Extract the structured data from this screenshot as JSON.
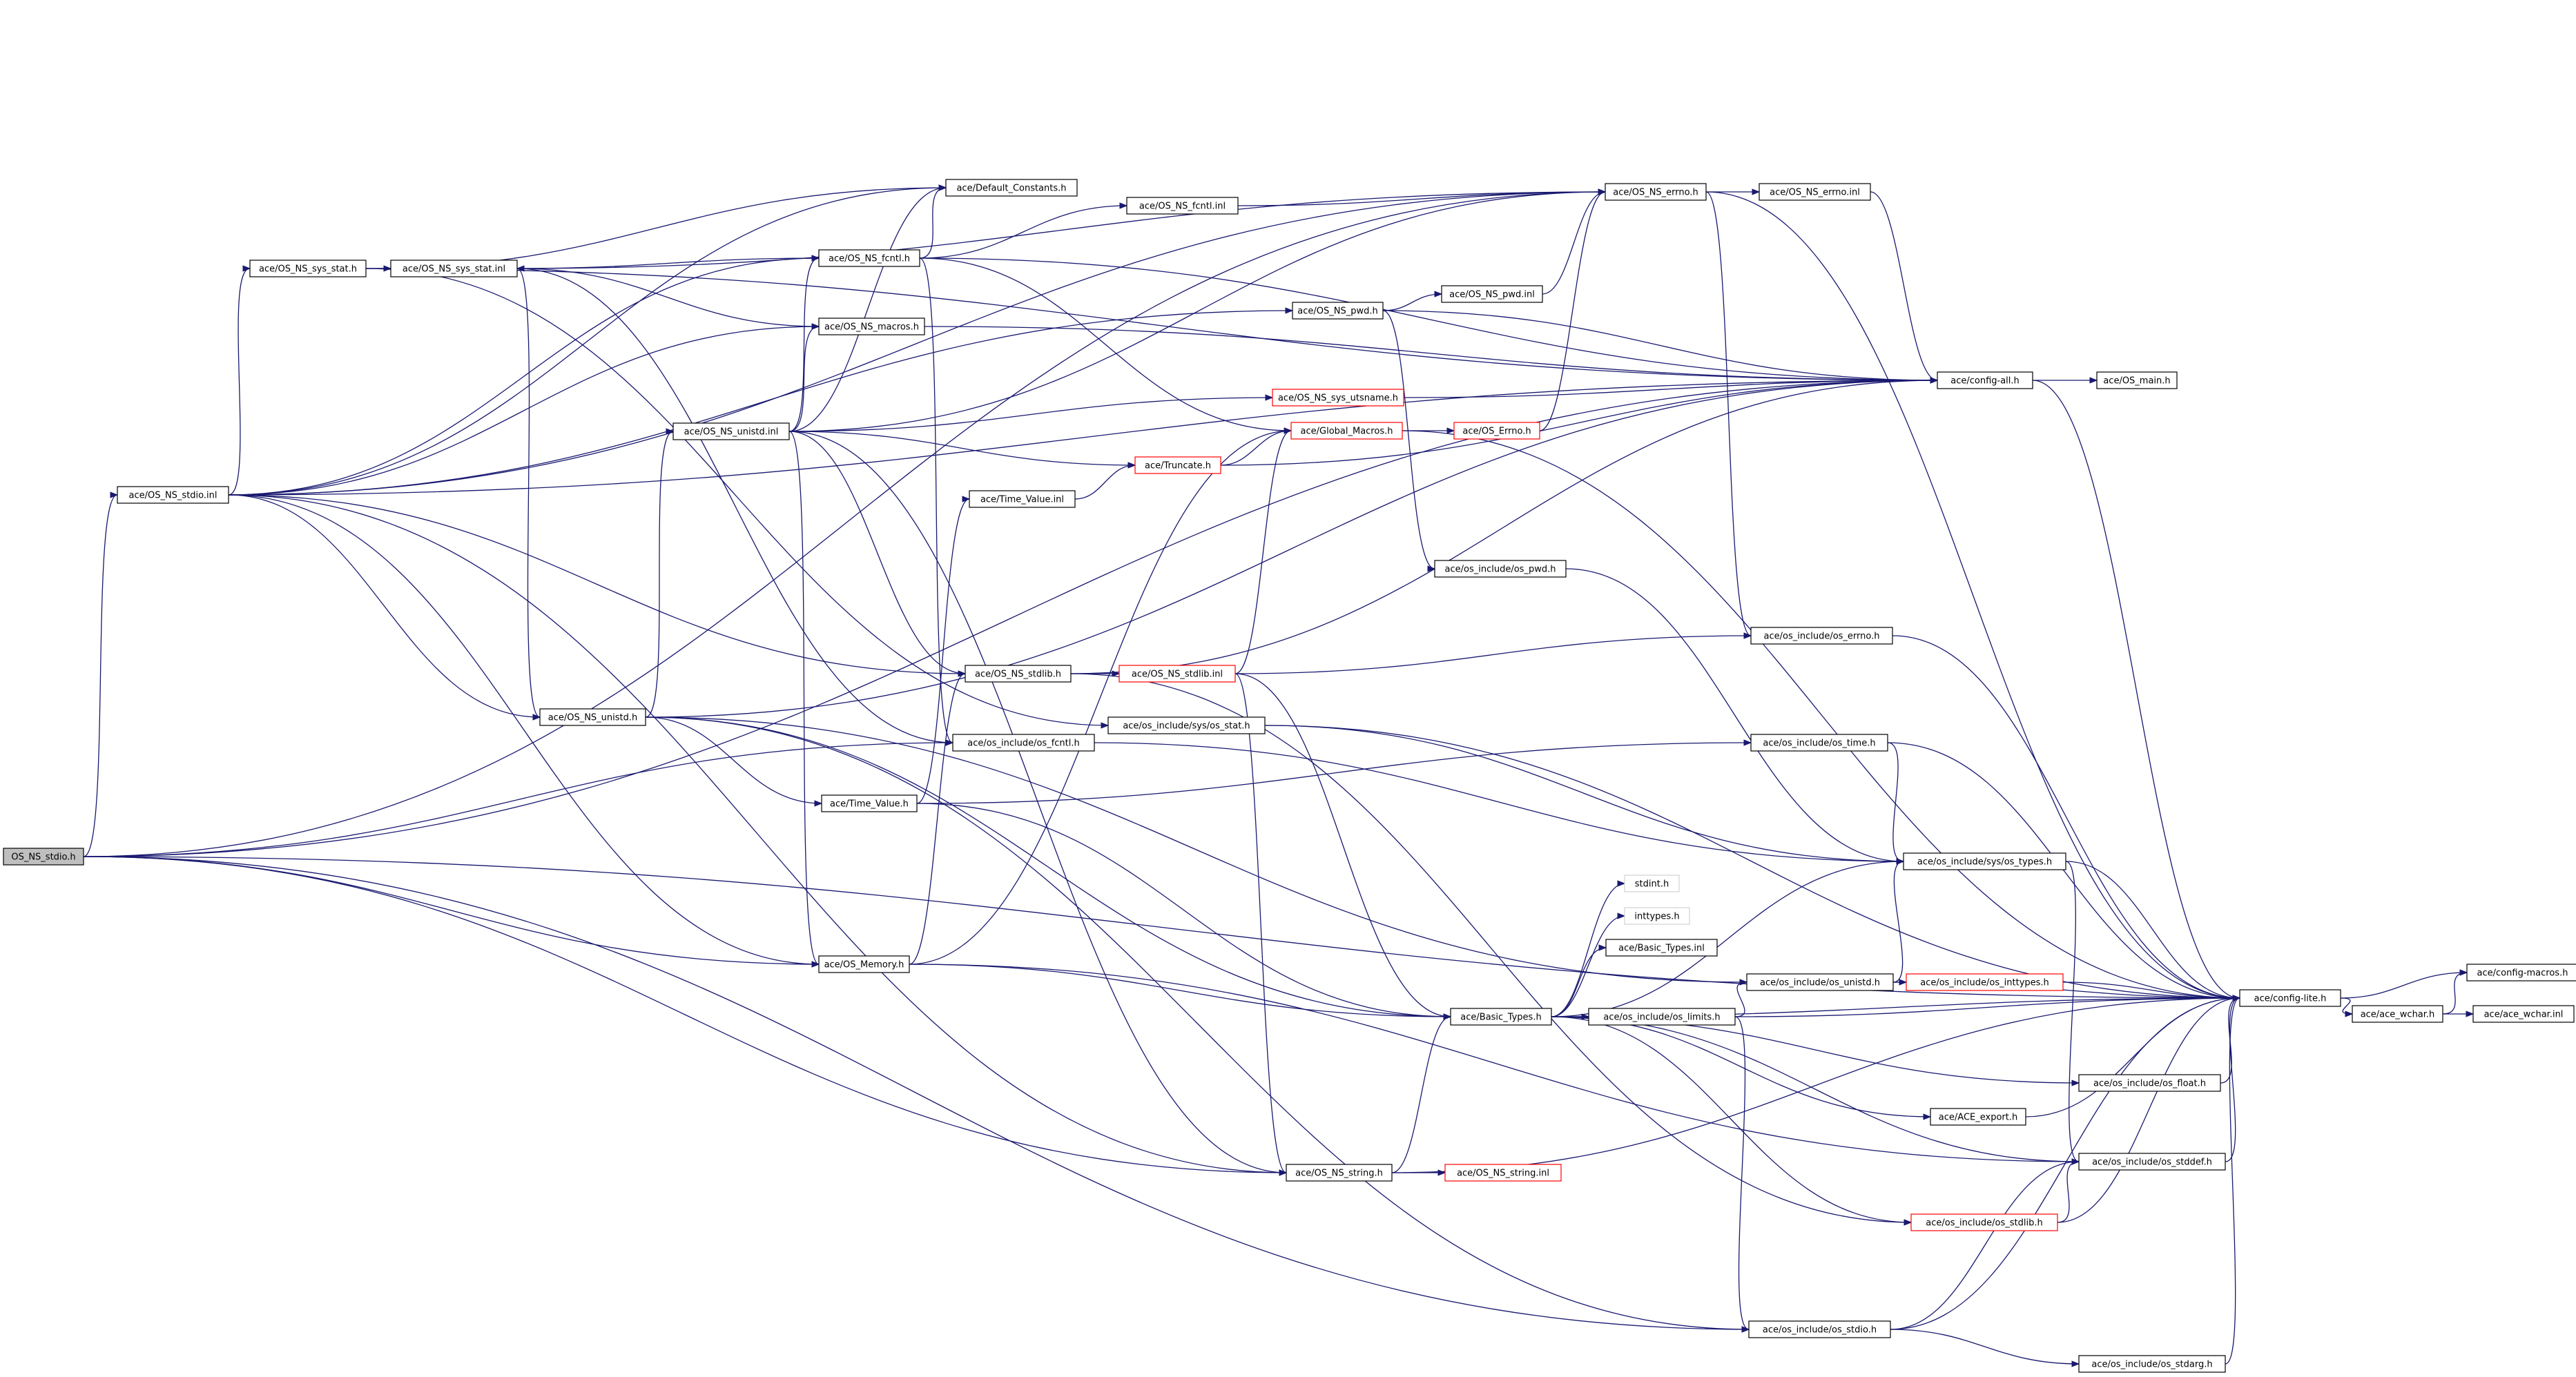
{
  "graph": {
    "colors": {
      "edge": "#191970",
      "node_border": "#000000",
      "node_border_incomplete": "#ff0000",
      "root_fill": "#bfbfbf",
      "node_fill": "#ffffff",
      "plain_border": "#d3d3d3"
    },
    "nodes": [
      {
        "id": "root",
        "label": "OS_NS_stdio.h",
        "kind": "root"
      },
      {
        "id": "stdio_inl",
        "label": "ace/OS_NS_stdio.inl",
        "kind": "normal"
      },
      {
        "id": "sys_stat_h",
        "label": "ace/OS_NS_sys_stat.h",
        "kind": "normal"
      },
      {
        "id": "sys_stat_inl",
        "label": "ace/OS_NS_sys_stat.inl",
        "kind": "normal"
      },
      {
        "id": "default_constants",
        "label": "ace/Default_Constants.h",
        "kind": "normal"
      },
      {
        "id": "fcntl_h",
        "label": "ace/OS_NS_fcntl.h",
        "kind": "normal"
      },
      {
        "id": "fcntl_inl",
        "label": "ace/OS_NS_fcntl.inl",
        "kind": "normal"
      },
      {
        "id": "errno_h",
        "label": "ace/OS_NS_errno.h",
        "kind": "normal"
      },
      {
        "id": "errno_inl",
        "label": "ace/OS_NS_errno.inl",
        "kind": "normal"
      },
      {
        "id": "pwd_h",
        "label": "ace/OS_NS_pwd.h",
        "kind": "normal"
      },
      {
        "id": "pwd_inl",
        "label": "ace/OS_NS_pwd.inl",
        "kind": "normal"
      },
      {
        "id": "macros_h",
        "label": "ace/OS_NS_macros.h",
        "kind": "normal"
      },
      {
        "id": "config_all",
        "label": "ace/config-all.h",
        "kind": "normal"
      },
      {
        "id": "os_main",
        "label": "ace/OS_main.h",
        "kind": "normal"
      },
      {
        "id": "utsname",
        "label": "ace/OS_NS_sys_utsname.h",
        "kind": "incomplete"
      },
      {
        "id": "unistd_inl",
        "label": "ace/OS_NS_unistd.inl",
        "kind": "normal"
      },
      {
        "id": "global_macros",
        "label": "ace/Global_Macros.h",
        "kind": "incomplete"
      },
      {
        "id": "os_errno",
        "label": "ace/OS_Errno.h",
        "kind": "incomplete"
      },
      {
        "id": "truncate",
        "label": "ace/Truncate.h",
        "kind": "incomplete"
      },
      {
        "id": "time_value_inl",
        "label": "ace/Time_Value.inl",
        "kind": "normal"
      },
      {
        "id": "os_pwd",
        "label": "ace/os_include/os_pwd.h",
        "kind": "normal"
      },
      {
        "id": "os_errno_inc",
        "label": "ace/os_include/os_errno.h",
        "kind": "normal"
      },
      {
        "id": "stdlib_h",
        "label": "ace/OS_NS_stdlib.h",
        "kind": "normal"
      },
      {
        "id": "stdlib_inl",
        "label": "ace/OS_NS_stdlib.inl",
        "kind": "incomplete"
      },
      {
        "id": "unistd_h",
        "label": "ace/OS_NS_unistd.h",
        "kind": "normal"
      },
      {
        "id": "sys_os_stat",
        "label": "ace/os_include/sys/os_stat.h",
        "kind": "normal"
      },
      {
        "id": "os_fcntl",
        "label": "ace/os_include/os_fcntl.h",
        "kind": "normal"
      },
      {
        "id": "os_time",
        "label": "ace/os_include/os_time.h",
        "kind": "normal"
      },
      {
        "id": "time_value_h",
        "label": "ace/Time_Value.h",
        "kind": "normal"
      },
      {
        "id": "sys_os_types",
        "label": "ace/os_include/sys/os_types.h",
        "kind": "normal"
      },
      {
        "id": "stdint",
        "label": "stdint.h",
        "kind": "plain"
      },
      {
        "id": "inttypes",
        "label": "inttypes.h",
        "kind": "plain"
      },
      {
        "id": "basic_types_inl",
        "label": "ace/Basic_Types.inl",
        "kind": "normal"
      },
      {
        "id": "os_memory",
        "label": "ace/OS_Memory.h",
        "kind": "normal"
      },
      {
        "id": "basic_types_h",
        "label": "ace/Basic_Types.h",
        "kind": "normal"
      },
      {
        "id": "os_limits",
        "label": "ace/os_include/os_limits.h",
        "kind": "normal"
      },
      {
        "id": "os_unistd",
        "label": "ace/os_include/os_unistd.h",
        "kind": "normal"
      },
      {
        "id": "os_inttypes",
        "label": "ace/os_include/os_inttypes.h",
        "kind": "incomplete"
      },
      {
        "id": "config_lite",
        "label": "ace/config-lite.h",
        "kind": "normal"
      },
      {
        "id": "config_macros",
        "label": "ace/config-macros.h",
        "kind": "normal"
      },
      {
        "id": "ace_wchar_h",
        "label": "ace/ace_wchar.h",
        "kind": "normal"
      },
      {
        "id": "ace_wchar_inl",
        "label": "ace/ace_wchar.inl",
        "kind": "normal"
      },
      {
        "id": "os_float",
        "label": "ace/os_include/os_float.h",
        "kind": "normal"
      },
      {
        "id": "ace_export",
        "label": "ace/ACE_export.h",
        "kind": "normal"
      },
      {
        "id": "string_h",
        "label": "ace/OS_NS_string.h",
        "kind": "normal"
      },
      {
        "id": "string_inl",
        "label": "ace/OS_NS_string.inl",
        "kind": "incomplete"
      },
      {
        "id": "os_stddef",
        "label": "ace/os_include/os_stddef.h",
        "kind": "normal"
      },
      {
        "id": "os_stdlib",
        "label": "ace/os_include/os_stdlib.h",
        "kind": "incomplete"
      },
      {
        "id": "os_stdio",
        "label": "ace/os_include/os_stdio.h",
        "kind": "normal"
      },
      {
        "id": "os_stdarg",
        "label": "ace/os_include/os_stdarg.h",
        "kind": "normal"
      }
    ],
    "edges": [
      [
        "root",
        "stdio_inl"
      ],
      [
        "root",
        "config_all"
      ],
      [
        "root",
        "os_stdio"
      ],
      [
        "root",
        "os_fcntl"
      ],
      [
        "root",
        "os_memory"
      ],
      [
        "root",
        "string_h"
      ],
      [
        "root",
        "config_lite"
      ],
      [
        "root",
        "errno_h"
      ],
      [
        "stdio_inl",
        "sys_stat_h"
      ],
      [
        "stdio_inl",
        "fcntl_h"
      ],
      [
        "stdio_inl",
        "errno_h"
      ],
      [
        "stdio_inl",
        "pwd_h"
      ],
      [
        "stdio_inl",
        "macros_h"
      ],
      [
        "stdio_inl",
        "config_all"
      ],
      [
        "stdio_inl",
        "unistd_h"
      ],
      [
        "stdio_inl",
        "stdlib_h"
      ],
      [
        "stdio_inl",
        "os_memory"
      ],
      [
        "stdio_inl",
        "string_h"
      ],
      [
        "stdio_inl",
        "default_constants"
      ],
      [
        "sys_stat_h",
        "sys_stat_inl"
      ],
      [
        "sys_stat_h",
        "default_constants"
      ],
      [
        "sys_stat_h",
        "sys_os_stat"
      ],
      [
        "sys_stat_h",
        "config_all"
      ],
      [
        "sys_stat_inl",
        "fcntl_h"
      ],
      [
        "sys_stat_inl",
        "unistd_h"
      ],
      [
        "sys_stat_inl",
        "macros_h"
      ],
      [
        "sys_stat_inl",
        "errno_h"
      ],
      [
        "fcntl_h",
        "fcntl_inl"
      ],
      [
        "fcntl_h",
        "default_constants"
      ],
      [
        "fcntl_h",
        "config_all"
      ],
      [
        "fcntl_h",
        "global_macros"
      ],
      [
        "fcntl_h",
        "os_fcntl"
      ],
      [
        "fcntl_inl",
        "errno_h"
      ],
      [
        "errno_h",
        "errno_inl"
      ],
      [
        "errno_h",
        "os_errno_inc"
      ],
      [
        "errno_h",
        "config_lite"
      ],
      [
        "errno_inl",
        "config_all"
      ],
      [
        "pwd_h",
        "pwd_inl"
      ],
      [
        "pwd_h",
        "config_all"
      ],
      [
        "pwd_h",
        "os_pwd"
      ],
      [
        "pwd_inl",
        "errno_h"
      ],
      [
        "macros_h",
        "config_all"
      ],
      [
        "config_all",
        "os_main"
      ],
      [
        "config_all",
        "config_lite"
      ],
      [
        "utsname",
        "config_all"
      ],
      [
        "unistd_inl",
        "utsname"
      ],
      [
        "unistd_inl",
        "truncate"
      ],
      [
        "unistd_inl",
        "macros_h"
      ],
      [
        "unistd_inl",
        "fcntl_h"
      ],
      [
        "unistd_inl",
        "default_constants"
      ],
      [
        "unistd_inl",
        "errno_h"
      ],
      [
        "unistd_inl",
        "os_memory"
      ],
      [
        "unistd_inl",
        "string_h"
      ],
      [
        "unistd_inl",
        "stdlib_h"
      ],
      [
        "global_macros",
        "os_errno"
      ],
      [
        "global_macros",
        "config_lite"
      ],
      [
        "os_errno",
        "errno_h"
      ],
      [
        "truncate",
        "global_macros"
      ],
      [
        "truncate",
        "config_all"
      ],
      [
        "time_value_inl",
        "truncate"
      ],
      [
        "os_pwd",
        "sys_os_types"
      ],
      [
        "os_errno_inc",
        "config_lite"
      ],
      [
        "stdlib_h",
        "stdlib_inl"
      ],
      [
        "stdlib_h",
        "config_all"
      ],
      [
        "stdlib_h",
        "os_stdlib"
      ],
      [
        "stdlib_inl",
        "global_macros"
      ],
      [
        "stdlib_inl",
        "os_errno_inc"
      ],
      [
        "stdlib_inl",
        "basic_types_h"
      ],
      [
        "stdlib_inl",
        "string_h"
      ],
      [
        "unistd_h",
        "unistd_inl"
      ],
      [
        "unistd_h",
        "time_value_h"
      ],
      [
        "unistd_h",
        "os_unistd"
      ],
      [
        "unistd_h",
        "config_all"
      ],
      [
        "unistd_h",
        "basic_types_h"
      ],
      [
        "unistd_h",
        "os_stdio"
      ],
      [
        "sys_os_stat",
        "sys_os_types"
      ],
      [
        "sys_os_stat",
        "config_lite"
      ],
      [
        "os_fcntl",
        "sys_stat_inl"
      ],
      [
        "os_fcntl",
        "sys_os_types"
      ],
      [
        "os_time",
        "sys_os_types"
      ],
      [
        "os_time",
        "config_lite"
      ],
      [
        "time_value_h",
        "time_value_inl"
      ],
      [
        "time_value_h",
        "os_time"
      ],
      [
        "time_value_h",
        "basic_types_h"
      ],
      [
        "sys_os_types",
        "config_lite"
      ],
      [
        "sys_os_types",
        "os_stddef"
      ],
      [
        "os_memory",
        "global_macros"
      ],
      [
        "os_memory",
        "basic_types_h"
      ],
      [
        "os_memory",
        "stdlib_h"
      ],
      [
        "os_memory",
        "os_stddef"
      ],
      [
        "basic_types_h",
        "stdint"
      ],
      [
        "basic_types_h",
        "inttypes"
      ],
      [
        "basic_types_h",
        "basic_types_inl"
      ],
      [
        "basic_types_h",
        "os_limits"
      ],
      [
        "basic_types_h",
        "config_lite"
      ],
      [
        "basic_types_h",
        "os_float"
      ],
      [
        "basic_types_h",
        "ace_export"
      ],
      [
        "basic_types_h",
        "os_stddef"
      ],
      [
        "basic_types_h",
        "os_stdlib"
      ],
      [
        "basic_types_h",
        "sys_os_types"
      ],
      [
        "os_limits",
        "os_unistd"
      ],
      [
        "os_limits",
        "config_lite"
      ],
      [
        "os_limits",
        "os_stdio"
      ],
      [
        "os_unistd",
        "os_inttypes"
      ],
      [
        "os_unistd",
        "sys_os_types"
      ],
      [
        "os_unistd",
        "config_lite"
      ],
      [
        "os_inttypes",
        "config_lite"
      ],
      [
        "config_lite",
        "config_macros"
      ],
      [
        "config_lite",
        "ace_wchar_h"
      ],
      [
        "ace_wchar_h",
        "ace_wchar_inl"
      ],
      [
        "ace_wchar_h",
        "config_macros"
      ],
      [
        "os_float",
        "config_lite"
      ],
      [
        "ace_export",
        "config_lite"
      ],
      [
        "string_h",
        "string_inl"
      ],
      [
        "string_h",
        "basic_types_h"
      ],
      [
        "string_h",
        "config_lite"
      ],
      [
        "os_stddef",
        "config_lite"
      ],
      [
        "os_stdlib",
        "os_stddef"
      ],
      [
        "os_stdlib",
        "config_lite"
      ],
      [
        "os_stdio",
        "os_stddef"
      ],
      [
        "os_stdio",
        "os_stdarg"
      ],
      [
        "os_stdio",
        "config_lite"
      ],
      [
        "os_stdarg",
        "config_lite"
      ]
    ]
  }
}
